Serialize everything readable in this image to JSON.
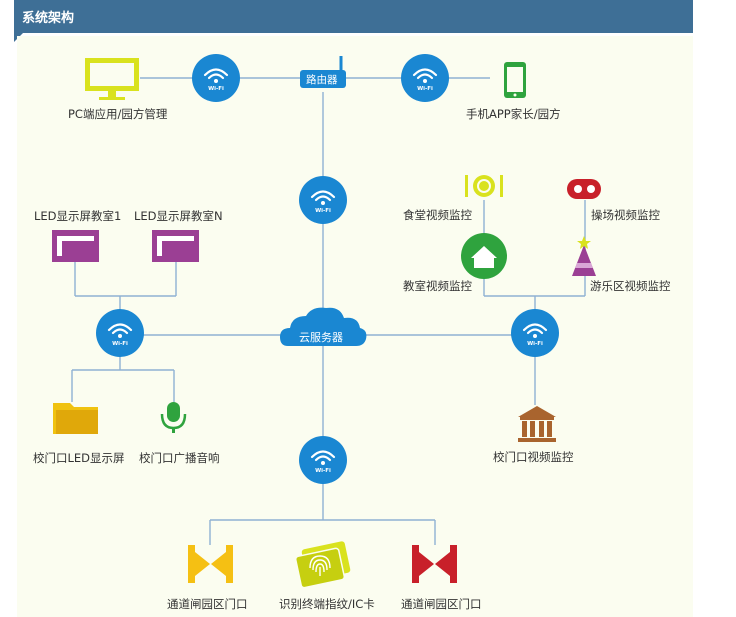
{
  "header": {
    "title": "系统架构"
  },
  "nodes": {
    "router": "路由器",
    "cloud": "云服务器",
    "pc": "PC端应用/园方管理",
    "mobile": "手机APP家长/园方",
    "led1": "LED显示屏教室1",
    "ledn": "LED显示屏教室N",
    "canteen": "食堂视频监控",
    "playground": "操场视频监控",
    "classroom": "教室视频监控",
    "playarea": "游乐区视频监控",
    "gate_led": "校门口LED显示屏",
    "gate_audio": "校门口广播音响",
    "gate_camera": "校门口视频监控",
    "gate_left": "通道闸园区门口",
    "card": "识别终端指纹/IC卡",
    "gate_right": "通道闸园区门口"
  },
  "wifi_label": "Wi-Fi",
  "colors": {
    "line": "#8fb1d3",
    "wifi": "#1a87d2",
    "led": "#9b3f94",
    "pc": "#d9e21e",
    "folder": "#f0c20f",
    "mic": "#2fa33e",
    "gate_yellow": "#f5c013",
    "gate_red": "#c8202a",
    "house": "#2fa33e",
    "temple": "#a9642e"
  }
}
